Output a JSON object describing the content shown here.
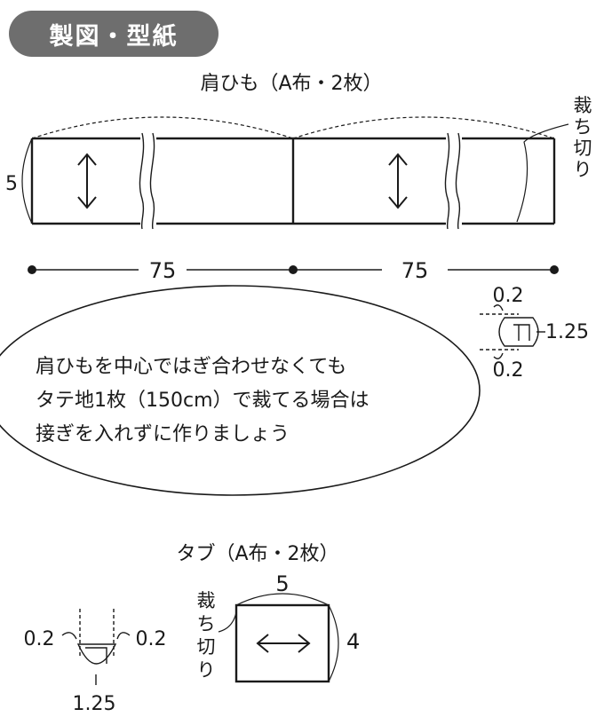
{
  "header": {
    "badge": "製図・型紙"
  },
  "strap": {
    "title": "肩ひも（A布・2枚）",
    "height": "5",
    "length_left": "75",
    "length_right": "75",
    "cut_label": [
      "裁",
      "ち",
      "切",
      "り"
    ],
    "seam_top": "0.2",
    "seam_width": "1.25",
    "seam_bottom": "0.2"
  },
  "note": {
    "lines": [
      "肩ひもを中心ではぎ合わせなくても",
      "タテ地1枚（150cm）で裁てる場合は",
      "接ぎを入れずに作りましょう"
    ]
  },
  "tab": {
    "title": "タブ（A布・2枚）",
    "width": "5",
    "height": "4",
    "cut_label": [
      "裁",
      "ち",
      "切",
      "り"
    ],
    "seam_left": "0.2",
    "seam_right": "0.2",
    "seam_width": "1.25"
  }
}
